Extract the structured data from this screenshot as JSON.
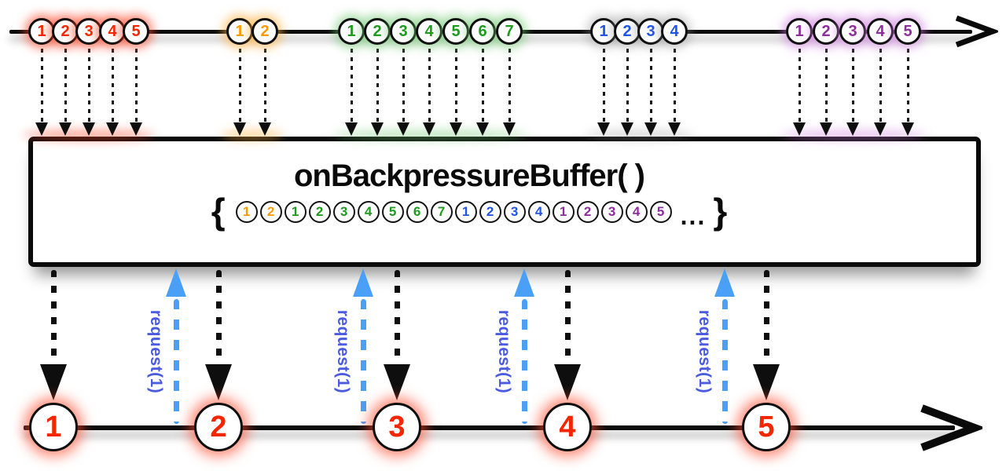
{
  "diagram": {
    "operator": {
      "title": "onBackpressureBuffer( )",
      "buffer": {
        "open_brace": "{",
        "ellipsis": "...",
        "close_brace": "}",
        "items": [
          {
            "value": "1",
            "group": "orange"
          },
          {
            "value": "2",
            "group": "orange"
          },
          {
            "value": "1",
            "group": "green"
          },
          {
            "value": "2",
            "group": "green"
          },
          {
            "value": "3",
            "group": "green"
          },
          {
            "value": "4",
            "group": "green"
          },
          {
            "value": "5",
            "group": "green"
          },
          {
            "value": "6",
            "group": "green"
          },
          {
            "value": "7",
            "group": "green"
          },
          {
            "value": "1",
            "group": "blue"
          },
          {
            "value": "2",
            "group": "blue"
          },
          {
            "value": "3",
            "group": "blue"
          },
          {
            "value": "4",
            "group": "blue"
          },
          {
            "value": "1",
            "group": "purple"
          },
          {
            "value": "2",
            "group": "purple"
          },
          {
            "value": "3",
            "group": "purple"
          },
          {
            "value": "4",
            "group": "purple"
          },
          {
            "value": "5",
            "group": "purple"
          }
        ]
      }
    },
    "source_stream": {
      "groups": [
        {
          "name": "red",
          "color": "#f42600",
          "glow": "rgba(255,70,40,0.60)",
          "values": [
            "1",
            "2",
            "3",
            "4",
            "5"
          ],
          "xs": [
            53,
            83,
            113,
            143,
            173
          ]
        },
        {
          "name": "orange",
          "color": "#ff9a00",
          "glow": "rgba(255,175,60,0.60)",
          "values": [
            "1",
            "2"
          ],
          "xs": [
            305,
            337
          ]
        },
        {
          "name": "green",
          "color": "#1d9b1d",
          "glow": "rgba(110,200,110,0.55)",
          "values": [
            "1",
            "2",
            "3",
            "4",
            "5",
            "6",
            "7"
          ],
          "xs": [
            447,
            480,
            513,
            546,
            580,
            614,
            648
          ]
        },
        {
          "name": "blue",
          "color": "#2053e8",
          "glow": "rgba(140,140,140,0.40)",
          "values": [
            "1",
            "2",
            "3",
            "4"
          ],
          "xs": [
            768,
            798,
            828,
            858
          ]
        },
        {
          "name": "purple",
          "color": "#8e2d9c",
          "glow": "rgba(205,120,220,0.55)",
          "values": [
            "1",
            "2",
            "3",
            "4",
            "5"
          ],
          "xs": [
            1017,
            1051,
            1085,
            1120,
            1155
          ]
        }
      ]
    },
    "output_stream": {
      "color": "#f42600",
      "glow": "rgba(255,70,40,0.60)",
      "values": [
        "1",
        "2",
        "3",
        "4",
        "5"
      ],
      "xs": [
        68,
        278,
        505,
        722,
        975
      ]
    },
    "requests": {
      "label": "request(1)",
      "line_color": "#49a0f6",
      "text_color": "#4a5be0",
      "xs": [
        224,
        462,
        667,
        922
      ]
    }
  }
}
